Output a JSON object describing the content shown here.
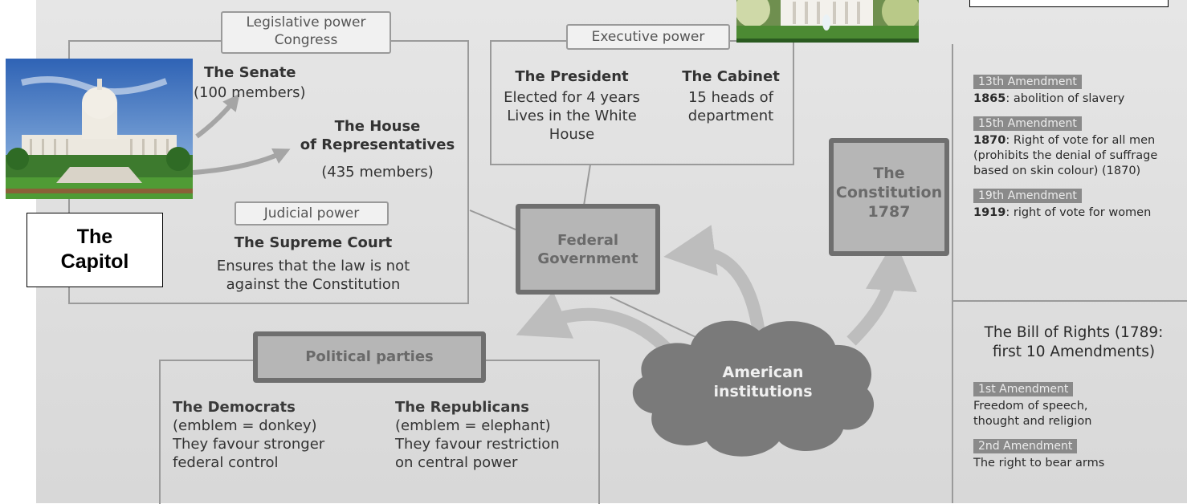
{
  "legislative": {
    "tag": "Legislative power\nCongress",
    "senate_title": "The Senate",
    "senate_desc": "(100 members)",
    "house_title_1": "The House",
    "house_title_2": "of Representatives",
    "house_desc": "(435 members)"
  },
  "judicial": {
    "tag": "Judicial power",
    "court_title": "The Supreme Court",
    "court_desc_1": "Ensures that the law is not",
    "court_desc_2": "against the Constitution"
  },
  "executive": {
    "tag": "Executive power",
    "president_title": "The President",
    "president_desc_1": "Elected for 4 years",
    "president_desc_2": "Lives in the White",
    "president_desc_3": "House",
    "cabinet_title": "The Cabinet",
    "cabinet_desc_1": "15 heads of",
    "cabinet_desc_2": "department"
  },
  "federal": {
    "line1": "Federal",
    "line2": "Government"
  },
  "constitution": {
    "line1": "The",
    "line2": "Constitution",
    "line3": "1787"
  },
  "center": {
    "line1": "American",
    "line2": "institutions"
  },
  "parties": {
    "tag": "Political parties",
    "dem_title": "The Democrats",
    "dem_l1": "(emblem = donkey)",
    "dem_l2": "They favour stronger",
    "dem_l3": "federal control",
    "rep_title": "The Republicans",
    "rep_l1": "(emblem = elephant)",
    "rep_l2": "They favour restriction",
    "rep_l3": "on central power"
  },
  "amendments": [
    {
      "tag": "13th Amendment",
      "year": "1865",
      "text": ": abolition of slavery"
    },
    {
      "tag": "15th Amendment",
      "year": "1870",
      "text": ": Right of vote for all men (prohibits the denial of suffrage based on skin colour) (1870)"
    },
    {
      "tag": "19th Amendment",
      "year": "1919",
      "text": ": right of vote for women"
    }
  ],
  "bill": {
    "title_1": "The Bill of Rights (1789:",
    "title_2": "first 10 Amendments)",
    "items": [
      {
        "tag": "1st Amendment",
        "text": "Freedom of speech, thought and religion"
      },
      {
        "tag": "2nd Amendment",
        "text": "The right to bear arms"
      }
    ]
  },
  "captions": {
    "capitol": "The\nCapitol"
  },
  "colors": {
    "arrow": "#bdbdbd",
    "cloud": "#777777",
    "boxline": "#9a9a9a"
  }
}
